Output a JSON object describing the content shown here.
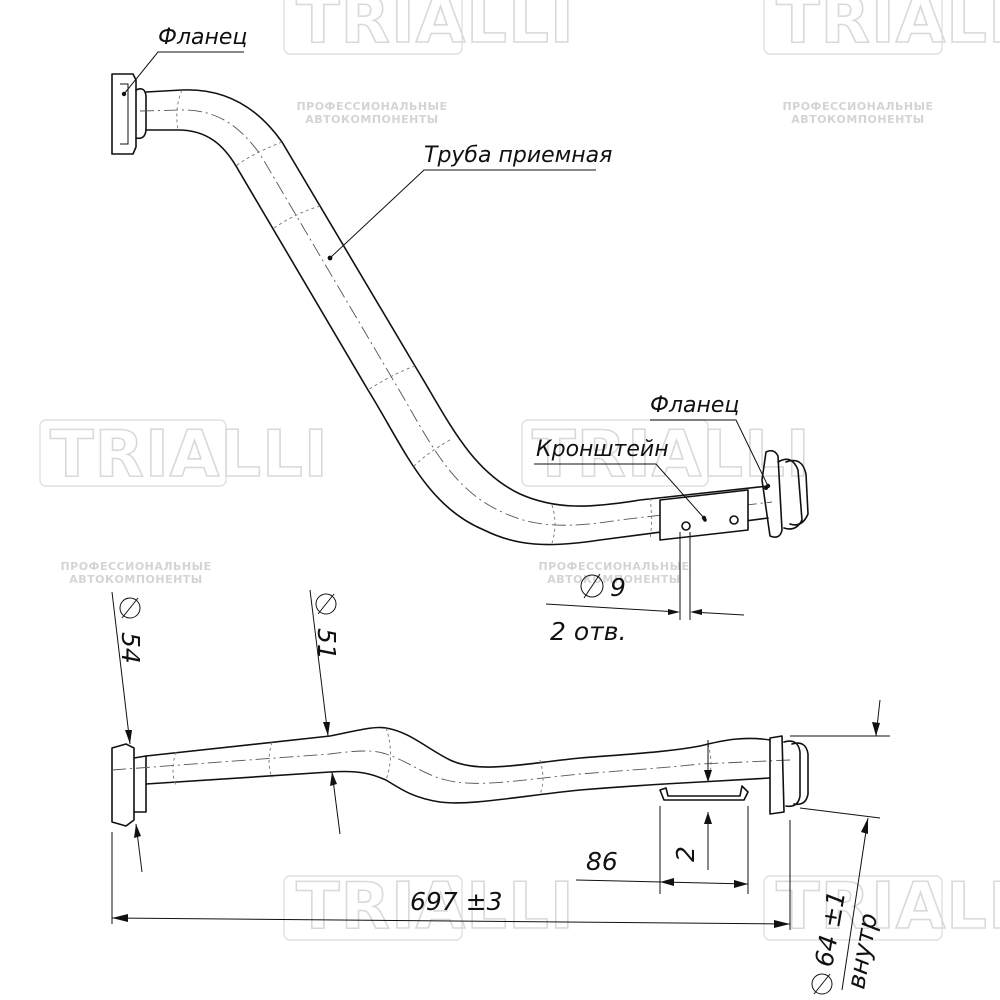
{
  "watermark": {
    "brand": "TRIALLI",
    "subtitle_line1": "ПРОФЕССИОНАЛЬНЫЕ",
    "subtitle_line2": "АВТОКОМПОНЕНТЫ"
  },
  "labels": {
    "flange_top": "Фланец",
    "pipe": "Труба приемная",
    "flange_right": "Фланец",
    "bracket": "Кронштейн"
  },
  "dimensions": {
    "hole_diameter": "9",
    "hole_count": "2 отв.",
    "diameter_inlet": "54",
    "diameter_pipe": "51",
    "diameter_outlet": "64 ±1",
    "diameter_outlet_note": "внутр",
    "bracket_length": "86",
    "bracket_offset": "2",
    "overall_length": "697 ±3"
  },
  "colors": {
    "line": "#111111",
    "watermark": "#d9d9d9"
  }
}
